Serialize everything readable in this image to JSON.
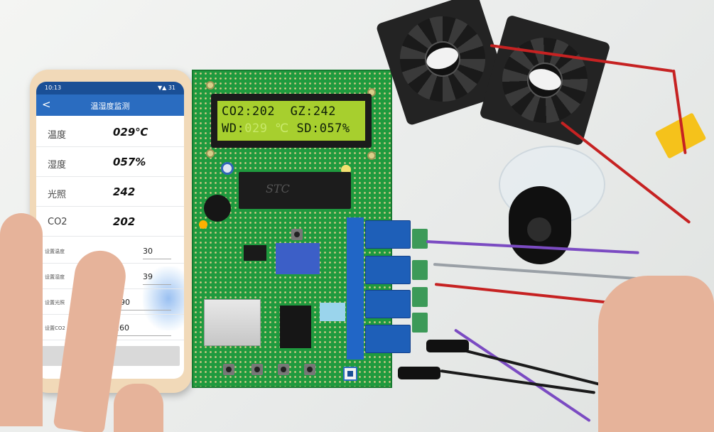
{
  "phone_app": {
    "status_time": "10:13",
    "status_indicators": "▼▲ 31",
    "back_glyph": "<",
    "title": "温湿度监测",
    "readings": [
      {
        "label": "温度",
        "value": "029℃"
      },
      {
        "label": "湿度",
        "value": "057%"
      },
      {
        "label": "光照",
        "value": "242"
      },
      {
        "label": "CO2",
        "value": "202"
      }
    ],
    "settings": [
      {
        "label": "设置温度",
        "value": "30"
      },
      {
        "label": "设置湿度",
        "value": "39"
      },
      {
        "label": "设置光照",
        "value": "90"
      },
      {
        "label": "设置CO2",
        "value": "260"
      }
    ]
  },
  "lcd": {
    "line1": "CO2:202  GZ:242",
    "line2_prefix": "WD:",
    "line2_dim": "029 ℃",
    "line2_suffix": " SD:057%"
  },
  "mcu_marking": "STC",
  "colors": {
    "app_header": "#2a6cc0",
    "status_bar": "#1a4f96",
    "lcd_backlight": "#a7cf2e",
    "pcb": "#1f9a3e",
    "relay": "#1e5fb8"
  }
}
